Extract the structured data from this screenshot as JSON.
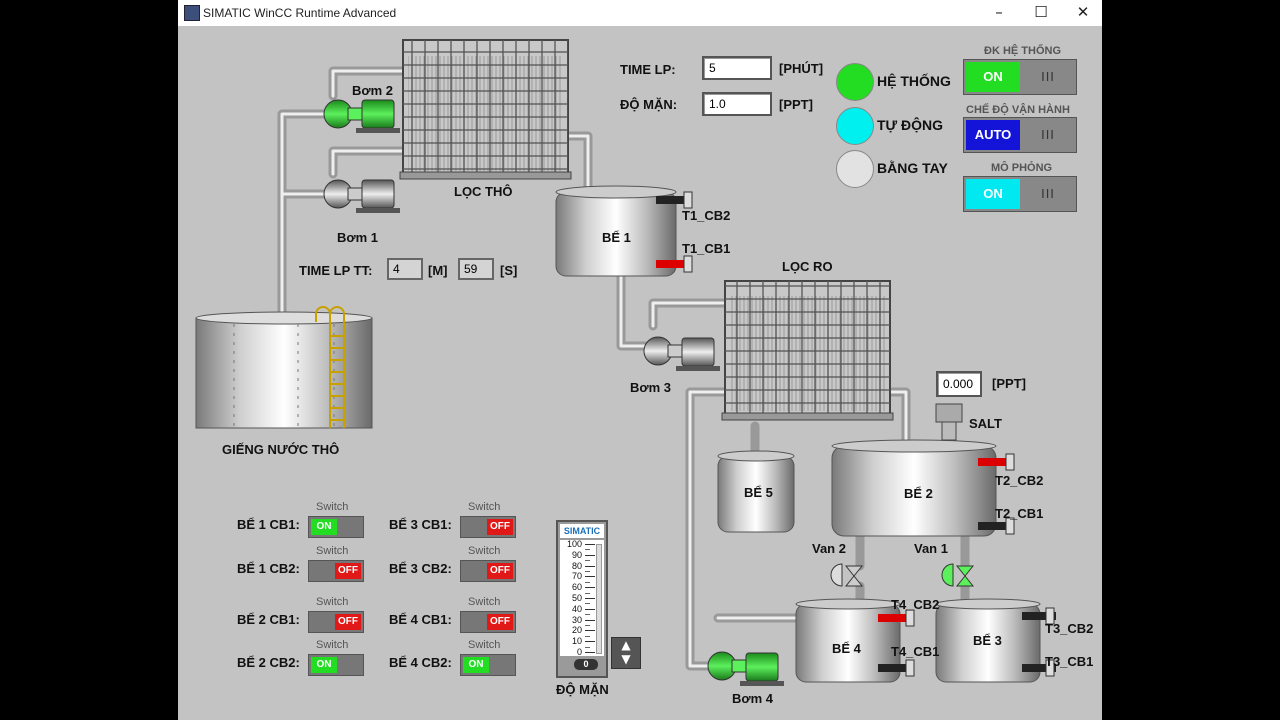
{
  "window": {
    "title": "SIMATIC WinCC Runtime Advanced",
    "min": "–",
    "max": "☐",
    "close": "✕"
  },
  "labels": {
    "bom1": "Bơm 1",
    "bom2": "Bơm 2",
    "bom3": "Bơm 3",
    "bom4": "Bơm 4",
    "loc_tho": "LỌC THÔ",
    "loc_ro": "LỌC RO",
    "gieng": "GIẾNG NƯỚC THÔ",
    "be1": "BỂ 1",
    "be2": "BỂ 2",
    "be3": "BỂ 3",
    "be4": "BỂ 4",
    "be5": "BỂ 5",
    "t1_cb2": "T1_CB2",
    "t1_cb1": "T1_CB1",
    "t2_cb2": "T2_CB2",
    "t2_cb1": "T2_CB1",
    "t3_cb2": "T3_CB2",
    "t3_cb1": "T3_CB1",
    "t4_cb2": "T4_CB2",
    "t4_cb1": "T4_CB1",
    "salt": "SALT",
    "van1": "Van 1",
    "van2": "Van 2",
    "do_man_bottom": "ĐỘ MẶN"
  },
  "params": {
    "time_lp_label": "TIME LP:",
    "time_lp_value": "5",
    "time_lp_unit": "[PHÚT]",
    "do_man_label": "ĐỘ MẶN:",
    "do_man_value": "1.0",
    "do_man_unit": "[PPT]",
    "salt_value": "0.000",
    "salt_unit": "[PPT]",
    "time_lp_tt_label": "TIME LP TT:",
    "tt_min": "4",
    "tt_min_unit": "[M]",
    "tt_sec": "59",
    "tt_sec_unit": "[S]"
  },
  "status": [
    {
      "label": "HỆ THỐNG",
      "color": "#22dd22"
    },
    {
      "label": "TỰ ĐỘNG",
      "color": "#00f0f0"
    },
    {
      "label": "BẰNG TAY",
      "color": "#e0e0e0"
    }
  ],
  "controls": [
    {
      "title": "ĐK HỆ THỐNG",
      "state": "ON",
      "off": "III",
      "color": "#22dd22"
    },
    {
      "title": "CHẾ ĐỘ VẬN HÀNH",
      "state": "AUTO",
      "off": "III",
      "color": "#1414d8"
    },
    {
      "title": "MÔ PHỎNG",
      "state": "ON",
      "off": "III",
      "color": "#00e8f0"
    }
  ],
  "switches": [
    {
      "label": "BỂ 1 CB1:",
      "title": "Switch",
      "state": "ON"
    },
    {
      "label": "BỂ 1 CB2:",
      "title": "Switch",
      "state": "OFF"
    },
    {
      "label": "BỂ 2 CB1:",
      "title": "Switch",
      "state": "OFF"
    },
    {
      "label": "BỂ 2 CB2:",
      "title": "Switch",
      "state": "ON"
    },
    {
      "label": "BỂ 3 CB1:",
      "title": "Switch",
      "state": "OFF"
    },
    {
      "label": "BỂ 3 CB2:",
      "title": "Switch",
      "state": "OFF"
    },
    {
      "label": "BỂ 4 CB1:",
      "title": "Switch",
      "state": "OFF"
    },
    {
      "label": "BỂ 4 CB2:",
      "title": "Switch",
      "state": "ON"
    }
  ],
  "gauge": {
    "brand": "SIMATIC",
    "ticks": [
      "100",
      "90",
      "80",
      "70",
      "60",
      "50",
      "40",
      "30",
      "20",
      "10",
      "0"
    ],
    "value": "0"
  }
}
